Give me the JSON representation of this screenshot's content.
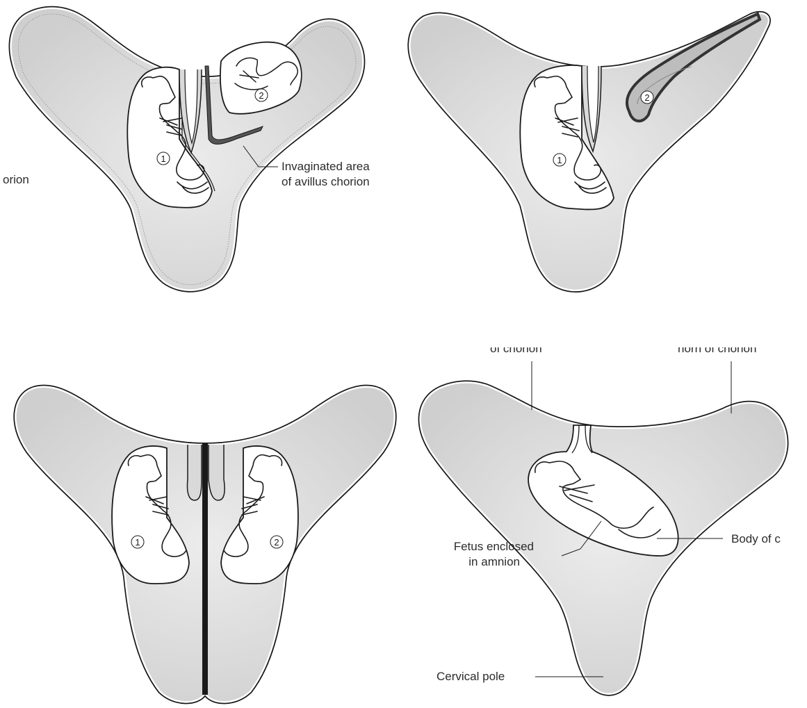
{
  "panels": [
    {
      "id": "top-left",
      "labels": {
        "chorion_partial": "orion",
        "invaginated": [
          "Invaginated area",
          "of avillus chorion"
        ]
      },
      "fetus_numbers": [
        "1",
        "2"
      ]
    },
    {
      "id": "top-right",
      "fetus_numbers": [
        "1",
        "2"
      ]
    },
    {
      "id": "bottom-left",
      "fetus_numbers": [
        "1",
        "2"
      ]
    },
    {
      "id": "bottom-right",
      "labels": {
        "top_left_partial": "of chorion",
        "top_right_partial": "horn of chorion",
        "fetus": [
          "Fetus enclosed",
          "in amnion"
        ],
        "body": "Body of c",
        "cervical": "Cervical pole"
      }
    }
  ],
  "colors": {
    "fill": "#d9d9d9",
    "outline": "#1a1a1a",
    "amnion_fill": "#ffffff",
    "thick_chorion": "#555555"
  }
}
